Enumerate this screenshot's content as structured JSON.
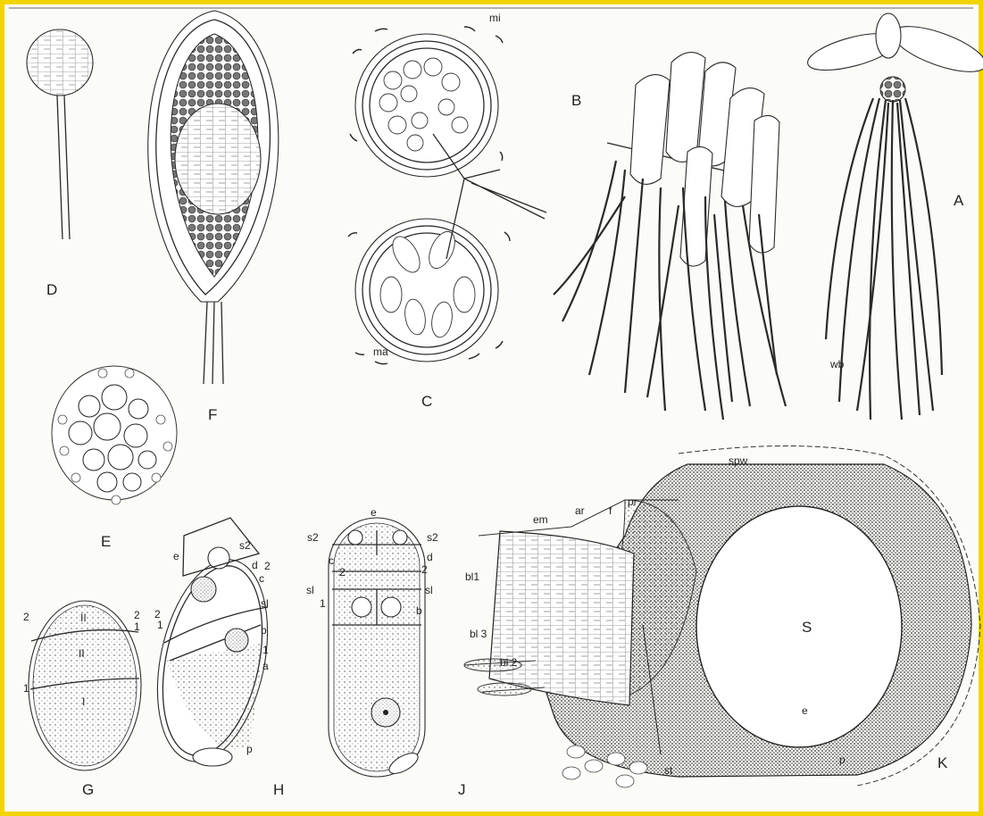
{
  "figure": {
    "panel_labels": {
      "A": "A",
      "B": "B",
      "C": "C",
      "D": "D",
      "E": "E",
      "F": "F",
      "G": "G",
      "H": "H",
      "J": "J",
      "K": "K"
    },
    "labels_C": {
      "mi": "mi",
      "ma": "ma"
    },
    "labels_A": {
      "wb": "wb"
    },
    "labels_G": {
      "l2": "2",
      "r2": "2",
      "r1": "1",
      "II": "II",
      "mid": "II",
      "l1": "1",
      "I": "I"
    },
    "labels_H": {
      "e": "e",
      "s2": "s2",
      "d": "d",
      "two": "2",
      "c": "c",
      "sl": "sl",
      "b": "b",
      "one": "1",
      "a": "a",
      "p": "p",
      "l2": "2",
      "l1": "1"
    },
    "labels_J": {
      "e": "e",
      "s2a": "s2",
      "s2b": "s2",
      "c": "c",
      "two_a": "2",
      "d": "d",
      "two_b": "2",
      "sl_a": "sl",
      "one": "1",
      "sl_b": "sl",
      "b": "b"
    },
    "labels_K": {
      "spw": "spw",
      "pr": "pr",
      "ar": "ar",
      "f": "f",
      "em": "em",
      "bl1": "bl1",
      "bl3": "bl 3",
      "bl2": "bl 2",
      "S": "S",
      "e": "e",
      "p": "p",
      "st": "st"
    }
  }
}
